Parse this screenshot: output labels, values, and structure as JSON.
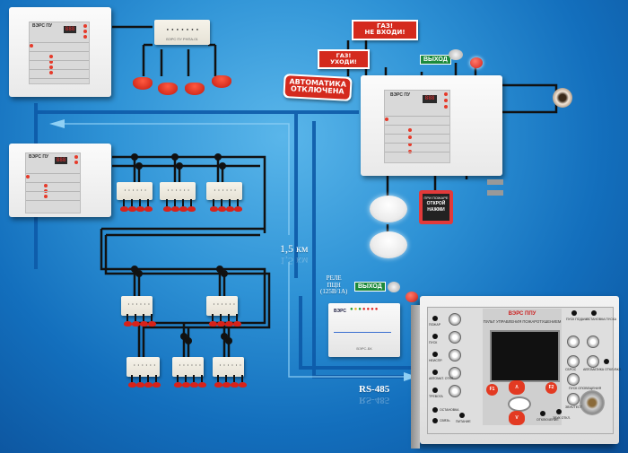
{
  "diagram": {
    "title": "Fire extinguishing and alarm system wiring schematic",
    "colors": {
      "background": "#1a78c2",
      "wire": "#111111",
      "bus_line": "#0d5aa8",
      "sign_red": "#d42a1d",
      "exit_green": "#1d8a3c",
      "nozzle_red": "#d8221a"
    }
  },
  "devices": {
    "panel_top_left": {
      "brand": "ВЭРС ПУ",
      "display": "888"
    },
    "panel_mid_left": {
      "brand": "ВЭРС ПУ",
      "display": "888"
    },
    "panel_right": {
      "brand": "ВЭРС ПУ",
      "display": "888"
    },
    "rpa_top": {
      "label": "ВЭРС ПУ РНПА-01",
      "brand": "ВЭРС"
    },
    "bk_module": {
      "brand": "ВЭРС",
      "label": "ВЭРС-БК"
    },
    "manual_call_point": {
      "line1": "ПРИ ПОЖАРЕ",
      "line2": "ОТКРОЙ",
      "line3": "НАЖМИ"
    }
  },
  "signs": {
    "gas_no_enter": {
      "line1": "ГАЗ!",
      "line2": "НЕ ВХОДИ!"
    },
    "gas_leave": {
      "line1": "ГАЗ!",
      "line2": "УХОДИ!"
    },
    "auto_off": {
      "line1": "АВТОМАТИКА",
      "line2": "ОТКЛЮЧЕНА"
    },
    "exit_top": "ВЫХОД",
    "exit_bottom": "ВЫХОД"
  },
  "annotations": {
    "distance": "1,5 км",
    "relay": {
      "line1": "РЕЛЕ",
      "line2": "ПЦН",
      "line3": "(125В/1А)"
    },
    "bus": "RS-485"
  },
  "ppu": {
    "title": "ВЭРС ППУ",
    "subtitle": "ПУЛЬТ УПРАВЛЕНИЯ ПОЖАРОТУШЕНИЕМ",
    "left_labels": [
      "ПОЖАР",
      "ПУСК",
      "НЕИСПР.",
      "АВТОМАТ. ОТКЛ.",
      "ТРЕВОГА"
    ],
    "right_top_labels": [
      "ПУСК ПОДАЧИ",
      "ОСТАНОВКА ПУСКА"
    ],
    "right_labels": [
      "СБРОС",
      "АВТОМАТИКА ОТКЛ./ВКЛ.",
      "ПУСК ОПОВЕЩЕНИЯ",
      "ЗВУК/ТЕСТ"
    ],
    "bottom_labels": [
      "ОСТАНОВКА",
      "СВЯЗЬ",
      "ПИТАНИЕ",
      "ОТКЛЮЧЕНИЕ",
      "ЗВУК ОТКЛ."
    ],
    "keys": {
      "f1": "F1",
      "f2": "F2",
      "up": "Λ",
      "down": "V"
    }
  }
}
